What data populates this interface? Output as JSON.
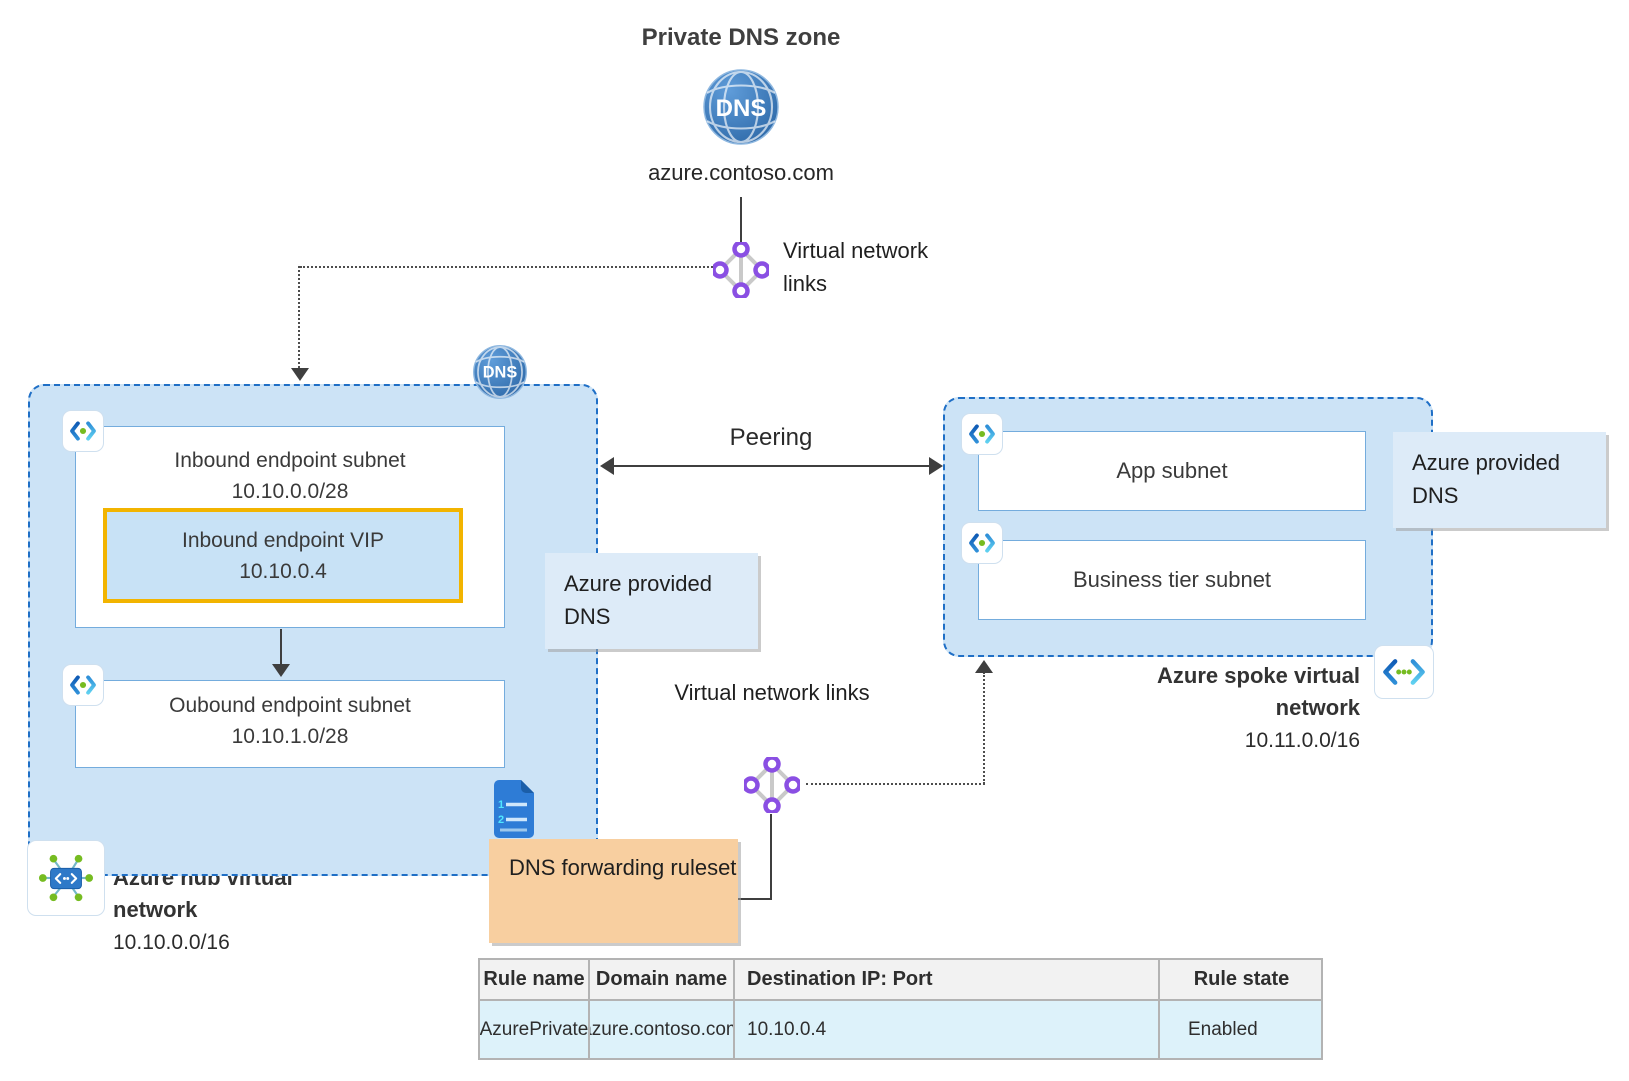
{
  "private_dns_zone": {
    "title": "Private DNS zone",
    "icon_label": "DNS",
    "domain": "azure.contoso.com"
  },
  "vnet_links_top": {
    "label": "Virtual network links"
  },
  "vnet_links_bottom": {
    "label": "Virtual network links"
  },
  "peering_label": "Peering",
  "hub": {
    "dns_badge": "DNS",
    "name": "Azure hub virtual network",
    "cidr": "10.10.0.0/16",
    "inbound_subnet": {
      "title": "Inbound endpoint subnet",
      "cidr": "10.10.0.0/28"
    },
    "vip": {
      "title": "Inbound endpoint VIP",
      "ip": "10.10.0.4"
    },
    "outbound_subnet": {
      "title": "Oubound endpoint subnet",
      "cidr": "10.10.1.0/28"
    }
  },
  "spoke": {
    "name": "Azure spoke virtual network",
    "cidr": "10.11.0.0/16",
    "app_subnet_label": "App subnet",
    "business_subnet_label": "Business tier subnet"
  },
  "azure_dns_note_hub": "Azure provided DNS",
  "azure_dns_note_spoke": "Azure provided DNS",
  "ruleset": {
    "label": "DNS forwarding ruleset"
  },
  "rule_table": {
    "headers": [
      "Rule name",
      "Domain name",
      "Destination IP: Port",
      "Rule state"
    ],
    "rows": [
      [
        "AzurePrivate",
        "azure.contoso.com",
        "10.10.0.4",
        "Enabled"
      ]
    ]
  },
  "colors": {
    "vnet_fill": "#cce3f6",
    "vnet_border": "#1f6fc6",
    "subnet_border": "#74acdd",
    "vip_border": "#f2b400",
    "note_fill": "#ddebf8",
    "ruleset_fill": "#f8cfa0",
    "table_header_fill": "#f2f2f2",
    "table_row_fill": "#ddf2fa",
    "link_purple": "#8a4fe3",
    "dot_green": "#76bc21",
    "globe_blue": "#3a7cc2",
    "line_dark": "#3f3f3f"
  }
}
